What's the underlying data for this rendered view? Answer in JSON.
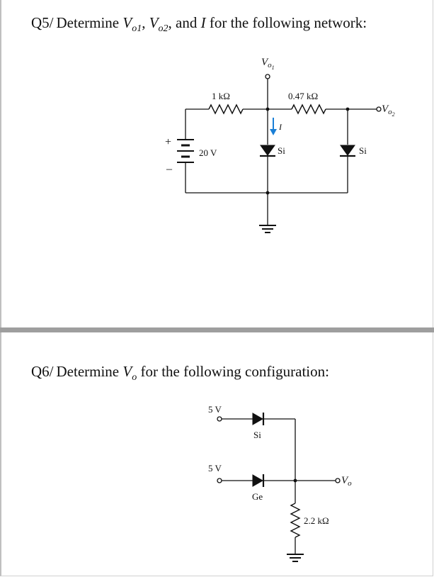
{
  "q5": {
    "number": "Q5/",
    "text_pre": "Determine ",
    "v1_base": "V",
    "v1_sub": "o1",
    "sep1": ", ",
    "v2_base": "V",
    "v2_sub": "o2",
    "text_mid": ", and ",
    "i_label": "I",
    "text_post": " for the following network:",
    "circuit": {
      "r1_label": "1 kΩ",
      "r2_label": "0.47 kΩ",
      "source_label": "20 V",
      "plus_sign": "+",
      "minus_sign": "–",
      "d1_label": "Si",
      "d2_label": "Si",
      "current_label": "I",
      "vo1_base": "V",
      "vo1_sub": "o",
      "vo1_subsub": "1",
      "vo2_base": "V",
      "vo2_sub": "o",
      "vo2_subsub": "2",
      "arrow_color": "#1a7fd6"
    }
  },
  "q6": {
    "number": "Q6/",
    "text_pre": "Determine ",
    "vo_base": "V",
    "vo_sub": "o",
    "text_post": " for the following configuration:",
    "circuit": {
      "input1_label": "5 V",
      "input2_label": "5 V",
      "d1_label": "Si",
      "d2_label": "Ge",
      "r_label": "2.2 kΩ",
      "vo_base": "V",
      "vo_sub": "o"
    }
  }
}
